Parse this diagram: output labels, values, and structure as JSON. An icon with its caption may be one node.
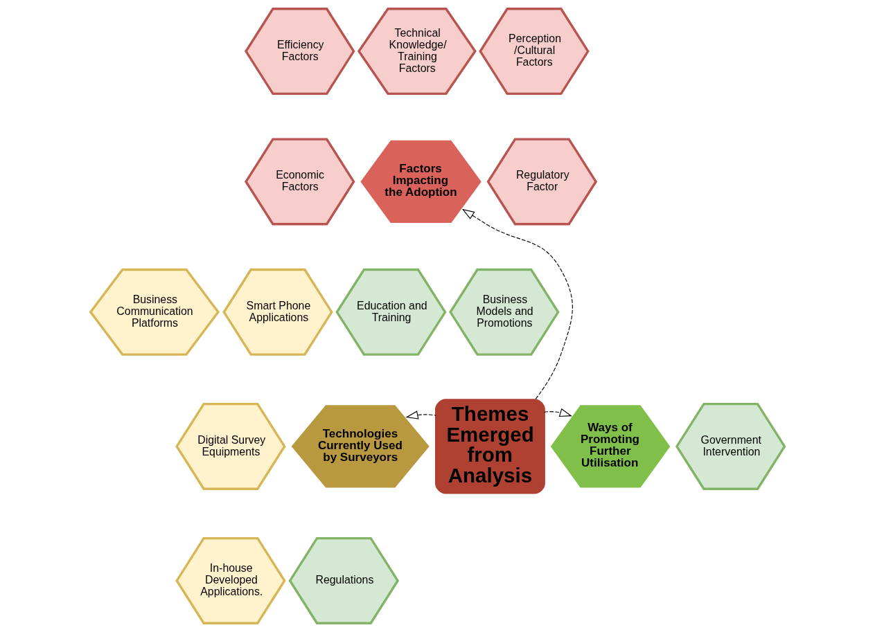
{
  "diagram": {
    "nodes": [
      {
        "text": [
          "Themes Emerged from Analysis"
        ]
      },
      {
        "text": [
          "Factors Impacting the Adoption"
        ]
      },
      {
        "text": [
          "Technical Knowledge/ Training Factors"
        ]
      },
      {
        "text": [
          "Efficiency Factors"
        ]
      },
      {
        "text": [
          "Perception /Cultural Factors"
        ]
      },
      {
        "text": [
          "Economic Factors"
        ]
      },
      {
        "text": [
          "Regulatory Factor"
        ]
      },
      {
        "text": [
          "Technologies Currently Used by Surveyors"
        ]
      },
      {
        "text": [
          "Smart Phone Applications"
        ]
      },
      {
        "text": [
          "Business Communication Platforms"
        ]
      },
      {
        "text": [
          "Digital Survey Equipments"
        ]
      },
      {
        "text": [
          "In-house Developed Applications."
        ]
      },
      {
        "text": [
          "Ways of Promoting Further Utilisation"
        ]
      },
      {
        "text": [
          "Education and Training"
        ]
      },
      {
        "text": [
          "Business Models and Promotions"
        ]
      },
      {
        "text": [
          "Government Intervention"
        ]
      },
      {
        "text": [
          "Regulations"
        ]
      }
    ],
    "edges": [
      {
        "from": 0,
        "to": 1,
        "arrow": "to",
        "style": "dashed"
      },
      {
        "from": 0,
        "to": 7,
        "arrow": "to",
        "style": "dashed"
      },
      {
        "from": 0,
        "to": 12,
        "arrow": "to",
        "style": "dashed"
      }
    ]
  }
}
